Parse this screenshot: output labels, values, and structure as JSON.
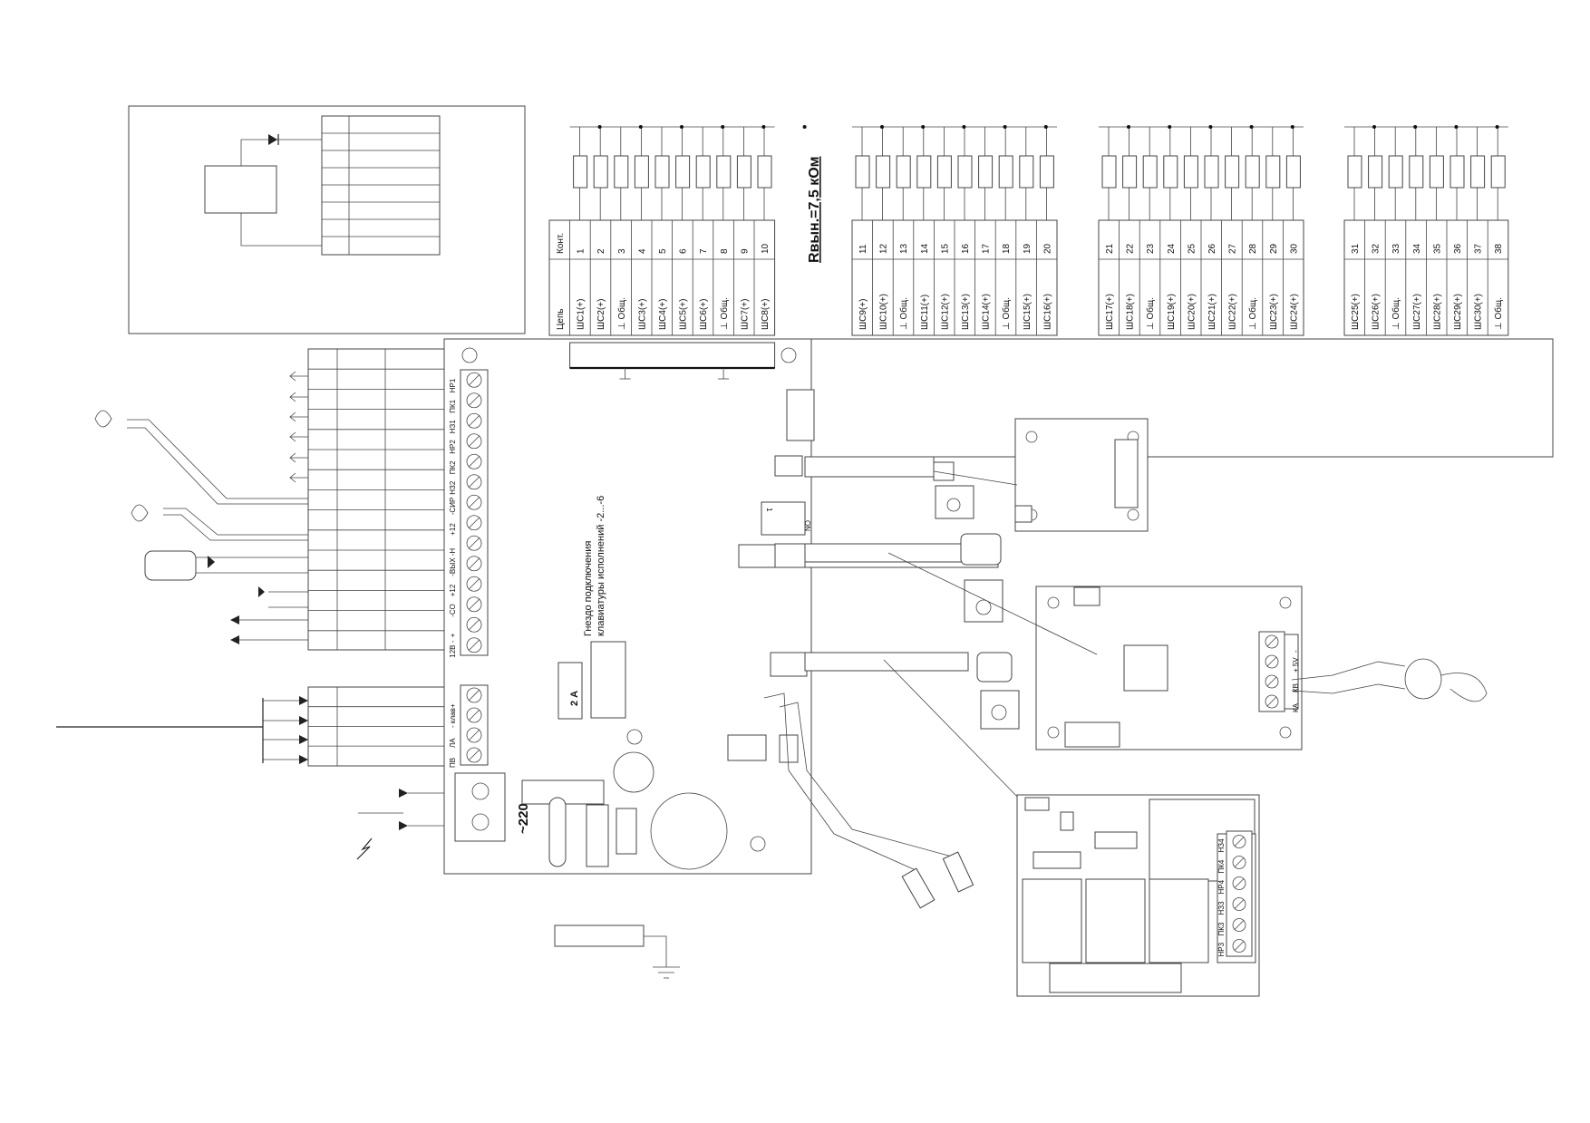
{
  "top_resistor_label": "Rвын.=7,5 кОм",
  "power_label": "~220",
  "fuse_label": "2 А",
  "keyboard_socket_label": [
    "Гнездо подключения",
    "клавиатуры исполнений -2...-6"
  ],
  "dip_switch_label": "ON",
  "dip_switch_number": "1",
  "main_block": {
    "header": [
      "Цепь",
      "Конт."
    ],
    "rows": [
      [
        "ШС1(+)",
        "1"
      ],
      [
        "ШС2(+)",
        "2"
      ],
      [
        "⊥ Общ.",
        "3"
      ],
      [
        "ШС3(+)",
        "4"
      ],
      [
        "ШС4(+)",
        "5"
      ],
      [
        "ШС5(+)",
        "6"
      ],
      [
        "ШС6(+)",
        "7"
      ],
      [
        "⊥ Общ.",
        "8"
      ],
      [
        "ШС7(+)",
        "9"
      ],
      [
        "ШС8(+)",
        "10"
      ]
    ]
  },
  "expansion_blocks": [
    {
      "rows": [
        [
          "ШС9(+)",
          "11"
        ],
        [
          "ШС10(+)",
          "12"
        ],
        [
          "⊥ Общ.",
          "13"
        ],
        [
          "ШС11(+)",
          "14"
        ],
        [
          "ШС12(+)",
          "15"
        ],
        [
          "ШС13(+)",
          "16"
        ],
        [
          "ШС14(+)",
          "17"
        ],
        [
          "⊥ Общ.",
          "18"
        ],
        [
          "ШС15(+)",
          "19"
        ],
        [
          "ШС16(+)",
          "20"
        ]
      ]
    },
    {
      "rows": [
        [
          "ШС17(+)",
          "21"
        ],
        [
          "ШС18(+)",
          "22"
        ],
        [
          "⊥ Общ.",
          "23"
        ],
        [
          "ШС19(+)",
          "24"
        ],
        [
          "ШС20(+)",
          "25"
        ],
        [
          "ШС21(+)",
          "26"
        ],
        [
          "ШС22(+)",
          "27"
        ],
        [
          "⊥ Общ.",
          "28"
        ],
        [
          "ШС23(+)",
          "29"
        ],
        [
          "ШС24(+)",
          "30"
        ]
      ]
    },
    {
      "rows": [
        [
          "ШС25(+)",
          "31"
        ],
        [
          "ШС26(+)",
          "32"
        ],
        [
          "⊥ Общ.",
          "33"
        ],
        [
          "ШС27(+)",
          "34"
        ],
        [
          "ШС28(+)",
          "35"
        ],
        [
          "ШС29(+)",
          "36"
        ],
        [
          "ШС30(+)",
          "37"
        ],
        [
          "⊥ Общ.",
          "38"
        ]
      ]
    }
  ],
  "left_terminals": [
    "НР1",
    "ПК1",
    "НЗ1",
    "НР2",
    "ПК2",
    "НЗ2",
    "-СИР",
    "+12",
    "-Н",
    "-ВЫХ",
    "+12",
    "-СО",
    "+",
    "12В -"
  ],
  "lower_terminals": [
    "+",
    "- клав",
    "ЛА",
    "ПВ"
  ],
  "reader_terminals": [
    "-",
    "+ 5V",
    "КВ",
    "КА"
  ],
  "relay_terminals": [
    "НЗ4",
    "ПК4",
    "НР4",
    "НЗ3",
    "ПК3",
    "НР3"
  ]
}
